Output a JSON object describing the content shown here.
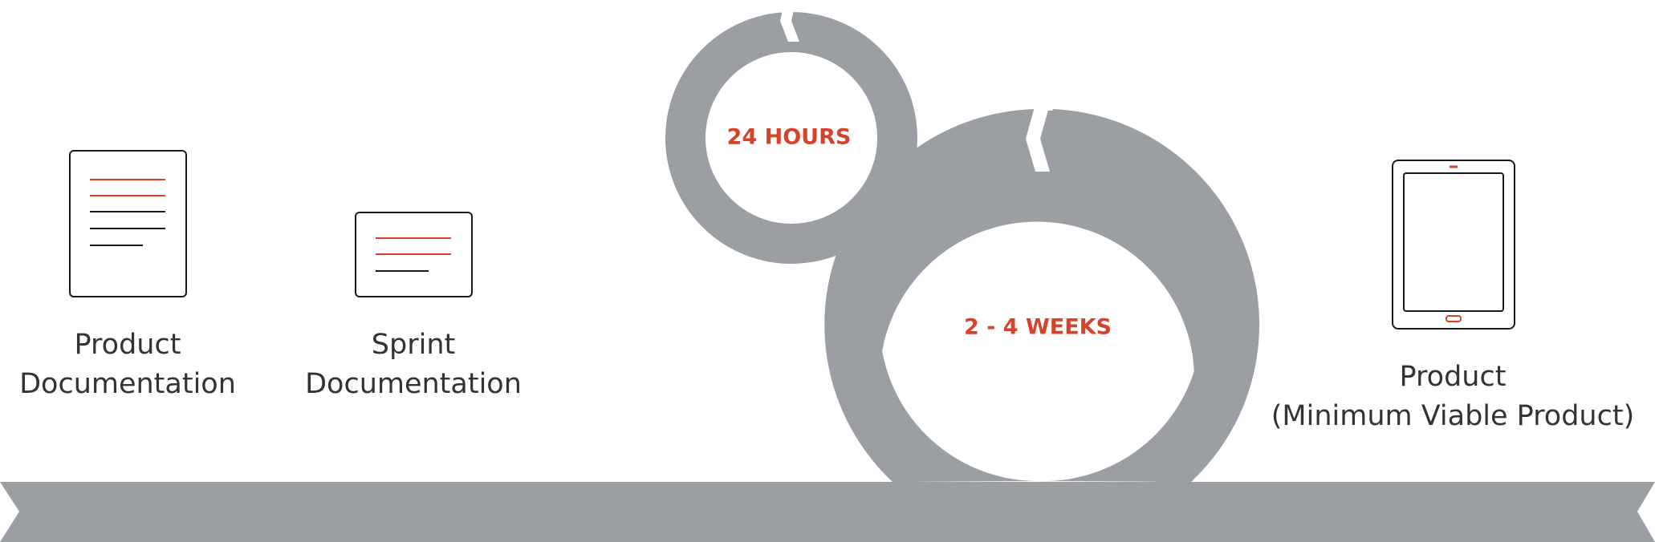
{
  "colors": {
    "band": "#9b9ea2",
    "accent": "#d5432a",
    "ink": "#333333",
    "icon_stroke": "#1a1a1a"
  },
  "icons": {
    "product_doc": "document-icon",
    "sprint_doc": "document-icon",
    "product": "tablet-icon"
  },
  "steps": {
    "product_doc": {
      "line1": "Product",
      "line2": "Documentation"
    },
    "sprint_doc": {
      "line1": "Sprint",
      "line2": "Documentation"
    },
    "product": {
      "line1": "Product",
      "line2": "(Minimum Viable Product)"
    }
  },
  "cycles": {
    "daily": {
      "label": "24 HOURS"
    },
    "sprint": {
      "label": "2 - 4 WEEKS"
    }
  }
}
